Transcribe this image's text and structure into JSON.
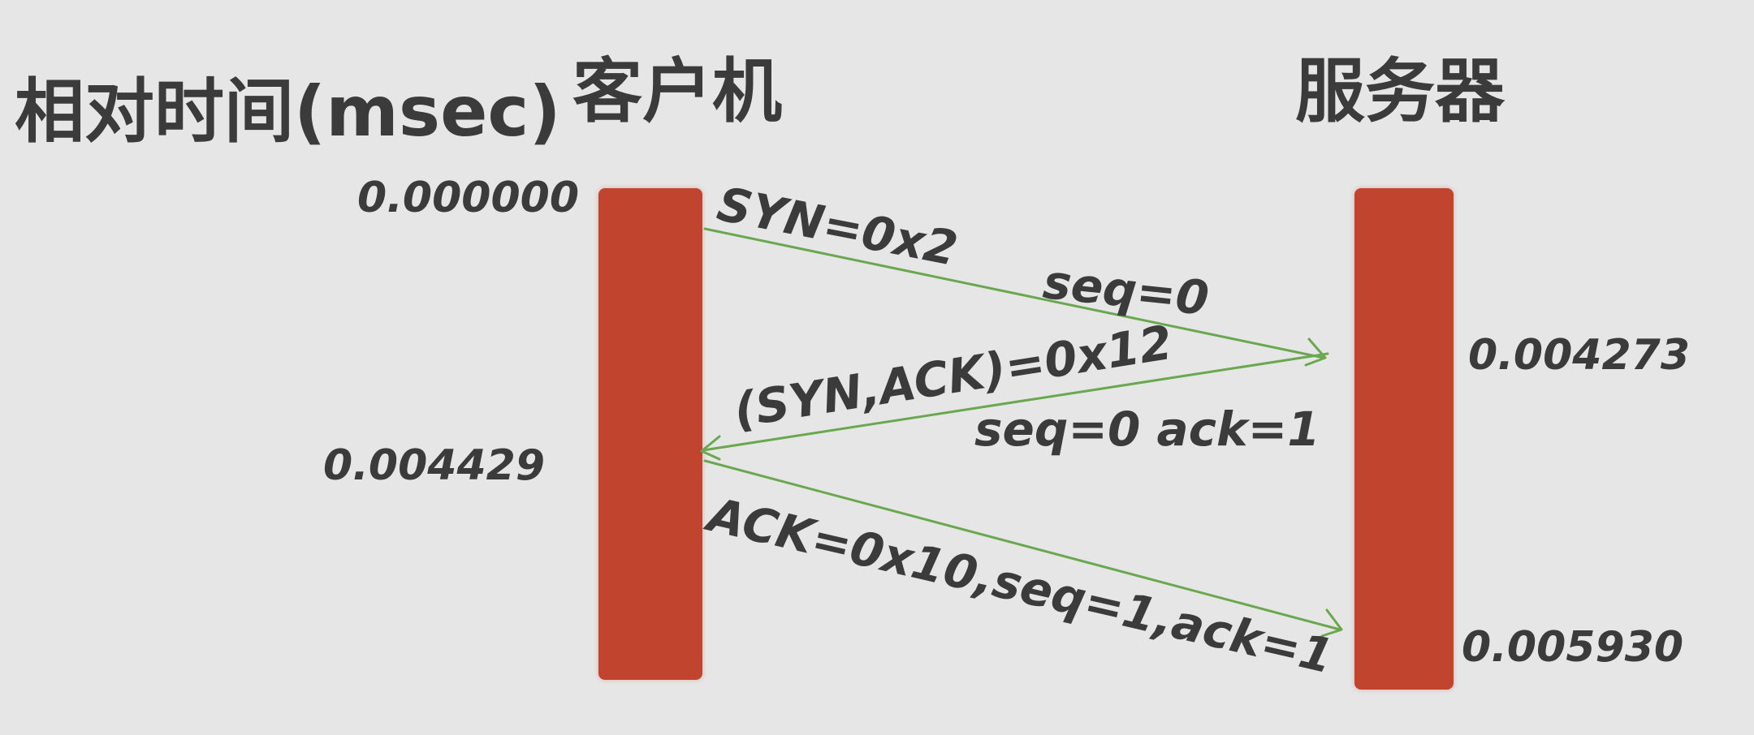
{
  "headers": {
    "time_axis": "相对时间(msec)",
    "client": "客户机",
    "server": "服务器"
  },
  "times": {
    "t1": "0.000000",
    "t2": "0.004273",
    "t3": "0.004429",
    "t4": "0.005930"
  },
  "messages": {
    "m1_flags": "SYN=0x2",
    "m1_seq": "seq=0",
    "m2_flags": "(SYN,ACK)=0x12",
    "m2_seqack": "seq=0  ack=1",
    "m3": "ACK=0x10,seq=1,ack=1"
  },
  "colors": {
    "lifeline": "#c1442f",
    "arrow": "#6aa84f",
    "text": "#3b3b3b",
    "background": "#e6e6e6"
  }
}
